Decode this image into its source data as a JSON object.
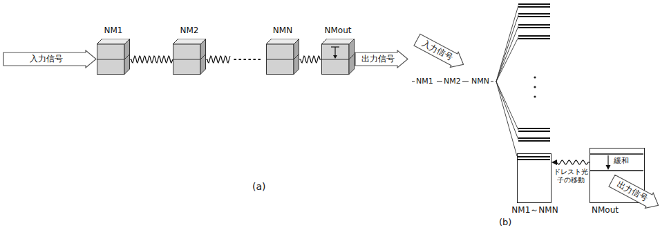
{
  "diagram": {
    "nodes": [
      {
        "text": [
          "入力信号"
        ]
      },
      {
        "text": [
          "NM1"
        ]
      },
      {
        "text": [
          "NM2"
        ]
      },
      {
        "text": [
          "NMN"
        ]
      },
      {
        "text": [
          "NMout"
        ]
      },
      {
        "text": [
          "出力信号"
        ]
      },
      {
        "text": [
          "入力信号"
        ]
      },
      {
        "text": [
          "NM1～NMN"
        ]
      },
      {
        "text": [
          "NMout",
          "緩和"
        ]
      },
      {
        "text": [
          "出力信号"
        ]
      }
    ],
    "edges": [
      {
        "from": 1,
        "to": 2,
        "arrow": "none"
      },
      {
        "from": 2,
        "to": 3,
        "arrow": "none"
      },
      {
        "from": 3,
        "to": 4,
        "arrow": "none"
      },
      {
        "from": 8,
        "to": 7,
        "arrow": "to",
        "label": "ドレスト光子の移動"
      }
    ],
    "labels": [
      "NM1",
      "NM2",
      "NMN",
      "(a)",
      "(b)"
    ]
  }
}
